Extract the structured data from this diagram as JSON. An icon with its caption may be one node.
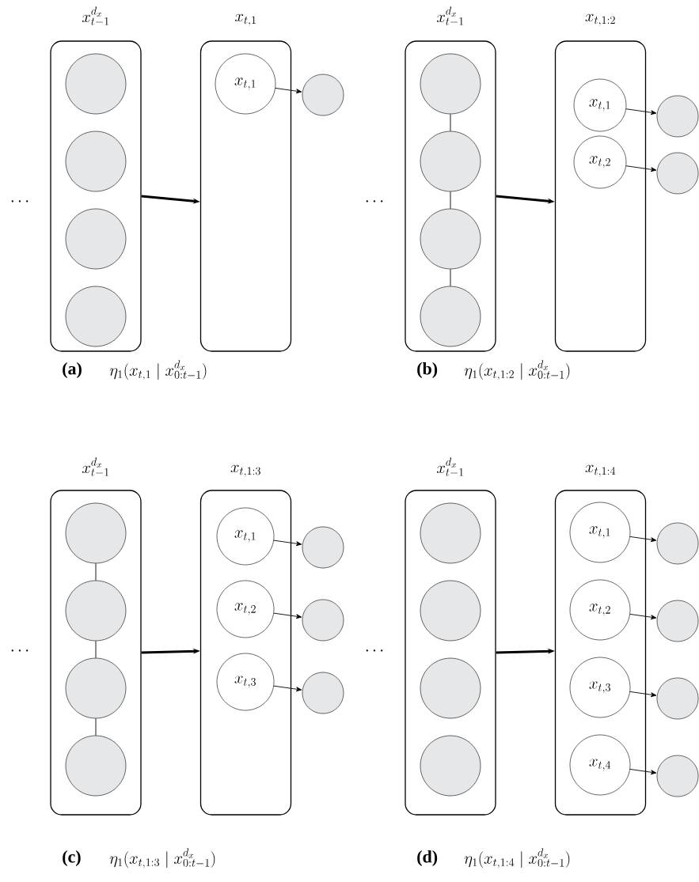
{
  "diagram": {
    "nodes": [
      {
        "text": [
          "x^{d_x}_{t-1}"
        ]
      },
      {
        "text": [],
        "shape": "circle",
        "in": 0
      },
      {
        "text": [],
        "shape": "circle",
        "in": 0
      },
      {
        "text": [],
        "shape": "circle",
        "in": 0
      },
      {
        "text": [],
        "shape": "circle",
        "in": 0
      },
      {
        "text": [
          "x_{t,1}"
        ]
      },
      {
        "text": [
          "x_{t,1}"
        ],
        "in": 5
      },
      {
        "text": [],
        "shape": "circle"
      },
      {
        "text": [
          "x^{d_x}_{t-1}"
        ]
      },
      {
        "text": [],
        "shape": "circle",
        "in": 8
      },
      {
        "text": [],
        "shape": "circle",
        "in": 8
      },
      {
        "text": [],
        "shape": "circle",
        "in": 8
      },
      {
        "text": [],
        "shape": "circle",
        "in": 8
      },
      {
        "text": [
          "x_{t,1:2}"
        ]
      },
      {
        "text": [
          "x_{t,1}"
        ],
        "in": 13
      },
      {
        "text": [
          "x_{t,2}"
        ],
        "in": 13
      },
      {
        "text": [],
        "shape": "circle"
      },
      {
        "text": [],
        "shape": "circle"
      },
      {
        "text": [
          "x^{d_x}_{t-1}"
        ]
      },
      {
        "text": [],
        "shape": "circle",
        "in": 18
      },
      {
        "text": [],
        "shape": "circle",
        "in": 18
      },
      {
        "text": [],
        "shape": "circle",
        "in": 18
      },
      {
        "text": [],
        "shape": "circle",
        "in": 18
      },
      {
        "text": [
          "x_{t,1:3}"
        ]
      },
      {
        "text": [
          "x_{t,1}"
        ],
        "in": 23
      },
      {
        "text": [
          "x_{t,2}"
        ],
        "in": 23
      },
      {
        "text": [
          "x_{t,3}"
        ],
        "in": 23
      },
      {
        "text": [],
        "shape": "circle"
      },
      {
        "text": [],
        "shape": "circle"
      },
      {
        "text": [],
        "shape": "circle"
      },
      {
        "text": [
          "x^{d_x}_{t-1}"
        ]
      },
      {
        "text": [],
        "shape": "circle",
        "in": 30
      },
      {
        "text": [],
        "shape": "circle",
        "in": 30
      },
      {
        "text": [],
        "shape": "circle",
        "in": 30
      },
      {
        "text": [],
        "shape": "circle",
        "in": 30
      },
      {
        "text": [
          "x_{t,1:4}"
        ]
      },
      {
        "text": [
          "x_{t,1}"
        ],
        "in": 35
      },
      {
        "text": [
          "x_{t,2}"
        ],
        "in": 35
      },
      {
        "text": [
          "x_{t,3}"
        ],
        "in": 35
      },
      {
        "text": [
          "x_{t,4}"
        ],
        "in": 35
      },
      {
        "text": [],
        "shape": "circle"
      },
      {
        "text": [],
        "shape": "circle"
      },
      {
        "text": [],
        "shape": "circle"
      },
      {
        "text": [],
        "shape": "circle"
      }
    ],
    "edges": [
      {
        "from": 0,
        "to": 5,
        "arrow": "to",
        "style": "thick"
      },
      {
        "from": 6,
        "to": 7,
        "arrow": "to"
      },
      {
        "from": 9,
        "to": 10,
        "arrow": "none"
      },
      {
        "from": 10,
        "to": 11,
        "arrow": "none"
      },
      {
        "from": 11,
        "to": 12,
        "arrow": "none"
      },
      {
        "from": 8,
        "to": 13,
        "arrow": "to",
        "style": "thick"
      },
      {
        "from": 14,
        "to": 16,
        "arrow": "to"
      },
      {
        "from": 15,
        "to": 17,
        "arrow": "to"
      },
      {
        "from": 19,
        "to": 20,
        "arrow": "none"
      },
      {
        "from": 20,
        "to": 21,
        "arrow": "none"
      },
      {
        "from": 21,
        "to": 22,
        "arrow": "none"
      },
      {
        "from": 18,
        "to": 23,
        "arrow": "to",
        "style": "thick"
      },
      {
        "from": 24,
        "to": 27,
        "arrow": "to"
      },
      {
        "from": 25,
        "to": 28,
        "arrow": "to"
      },
      {
        "from": 26,
        "to": 29,
        "arrow": "to"
      },
      {
        "from": 30,
        "to": 35,
        "arrow": "to",
        "style": "thick"
      },
      {
        "from": 36,
        "to": 40,
        "arrow": "to"
      },
      {
        "from": 37,
        "to": 41,
        "arrow": "to"
      },
      {
        "from": 38,
        "to": 42,
        "arrow": "to"
      },
      {
        "from": 39,
        "to": 43,
        "arrow": "to"
      }
    ],
    "labels": [
      "\\cdots",
      "\\cdots",
      "(a)",
      "\\eta_1(x_{t,1} \\mid x^{d_x}_{0:t-1})",
      "(b)",
      "\\eta_1(x_{t,1:2} \\mid x^{d_x}_{0:t-1})",
      "\\cdots",
      "\\cdots",
      "(c)",
      "\\eta_1(x_{t,1:3} \\mid x^{d_x}_{0:t-1})",
      "(d)",
      "\\eta_1(x_{t,1:4} \\mid x^{d_x}_{0:t-1})"
    ]
  }
}
